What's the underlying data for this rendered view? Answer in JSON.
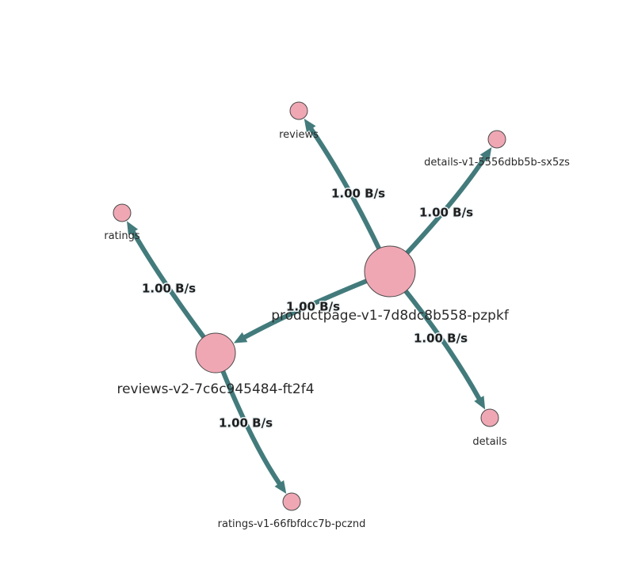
{
  "diagram": {
    "type": "service-graph",
    "colors": {
      "edge": "#437b7c",
      "node_fill": "#f0a7b4",
      "node_stroke": "#4a4a4a",
      "label_halo": "#eef4f7"
    },
    "nodes": [
      {
        "id": "productpage",
        "label": "productpage-v1-7d8dc8b558-pzpkf",
        "kind": "workload"
      },
      {
        "id": "reviews-v2",
        "label": "reviews-v2-7c6c945484-ft2f4",
        "kind": "workload"
      },
      {
        "id": "reviews",
        "label": "reviews",
        "kind": "service"
      },
      {
        "id": "details-v1",
        "label": "details-v1-5556dbb5b-sx5zs",
        "kind": "workload"
      },
      {
        "id": "details",
        "label": "details",
        "kind": "service"
      },
      {
        "id": "ratings",
        "label": "ratings",
        "kind": "service"
      },
      {
        "id": "ratings-v1",
        "label": "ratings-v1-66fbfdcc7b-pcznd",
        "kind": "workload"
      }
    ],
    "edges": [
      {
        "id": "e1",
        "source": "productpage",
        "target": "reviews",
        "label": "1.00 B/s"
      },
      {
        "id": "e2",
        "source": "productpage",
        "target": "details-v1",
        "label": "1.00 B/s"
      },
      {
        "id": "e3",
        "source": "productpage",
        "target": "reviews-v2",
        "label": "1.00 B/s"
      },
      {
        "id": "e4",
        "source": "productpage",
        "target": "details",
        "label": "1.00 B/s"
      },
      {
        "id": "e5",
        "source": "reviews-v2",
        "target": "ratings",
        "label": "1.00 B/s"
      },
      {
        "id": "e6",
        "source": "reviews-v2",
        "target": "ratings-v1",
        "label": "1.00 B/s"
      }
    ]
  }
}
